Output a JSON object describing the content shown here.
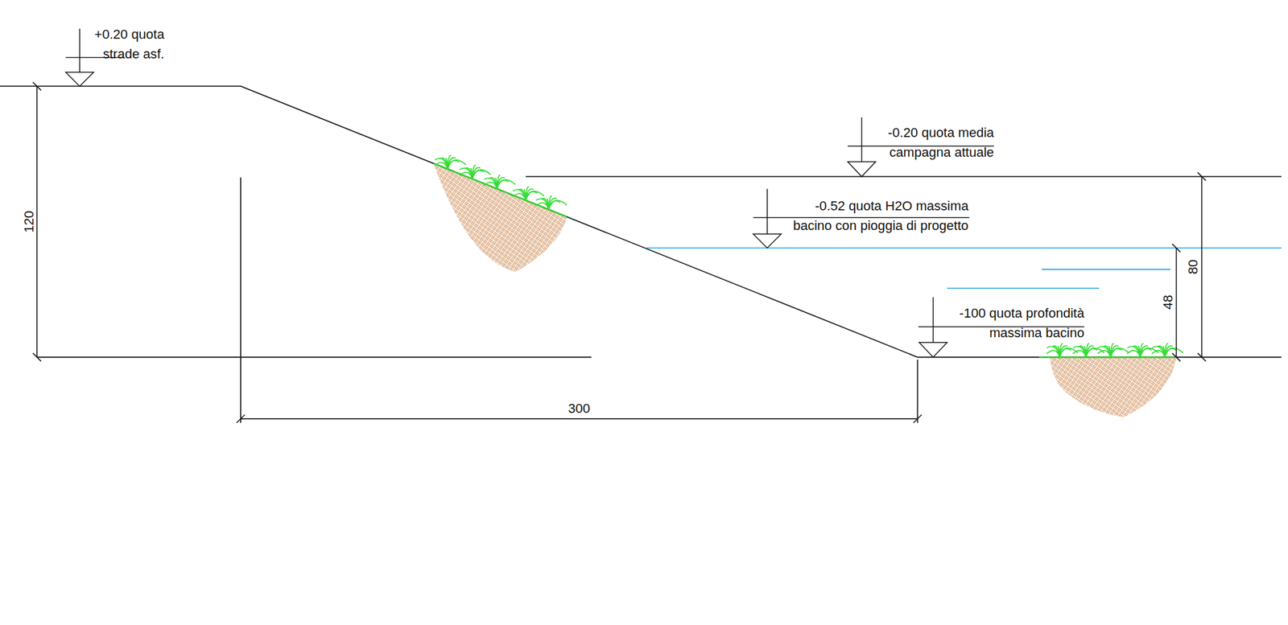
{
  "diagram": {
    "labels": [
      "+0.20 quota strade asf.",
      "-0.20 quota media campagna attuale",
      "-0.52 quota H2O massima bacino con pioggia di progetto",
      "-100 quota profondità massima bacino",
      "120",
      "300",
      "80",
      "48"
    ]
  }
}
